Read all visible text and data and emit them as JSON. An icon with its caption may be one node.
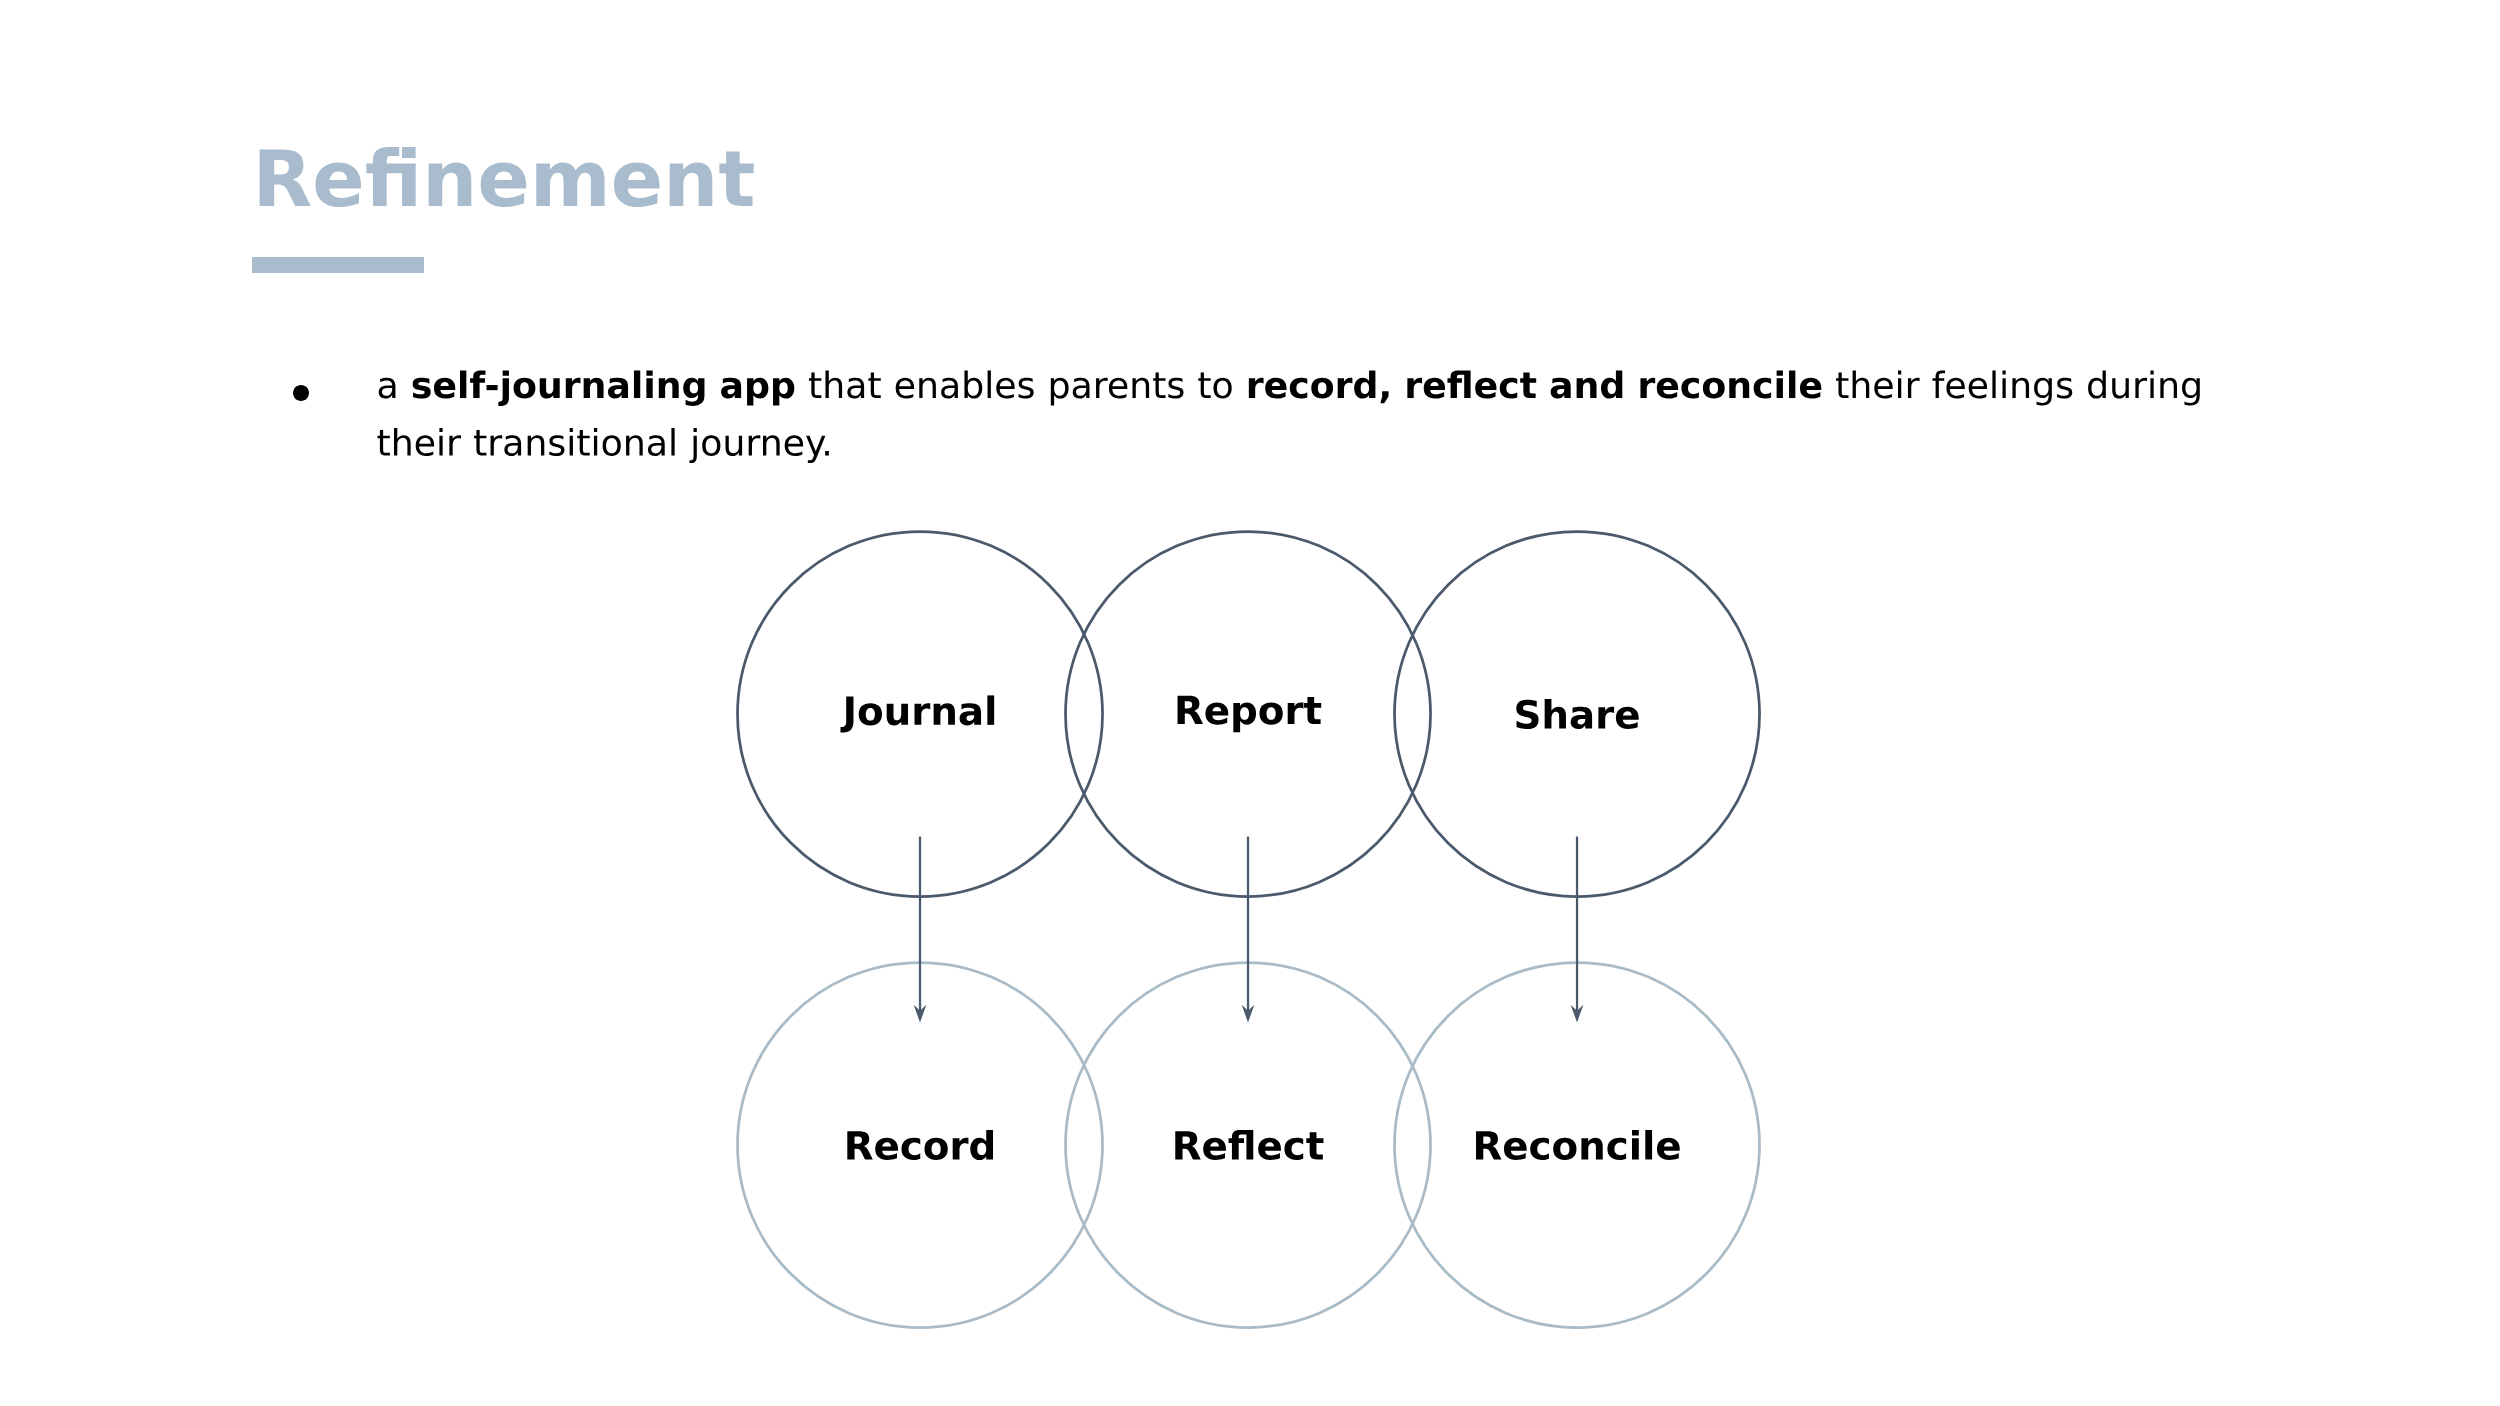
{
  "diagram": {
    "title": "Refinement",
    "nodes": [
      {
        "text": [
          "Journal"
        ]
      },
      {
        "text": [
          "Report"
        ]
      },
      {
        "text": [
          "Share"
        ]
      },
      {
        "text": [
          "Record"
        ]
      },
      {
        "text": [
          "Reflect"
        ]
      },
      {
        "text": [
          "Reconcile"
        ]
      }
    ],
    "edges": [
      {
        "from": 0,
        "to": 3,
        "arrow": "to"
      },
      {
        "from": 1,
        "to": 4,
        "arrow": "to"
      },
      {
        "from": 2,
        "to": 5,
        "arrow": "to"
      }
    ],
    "labels": [
      "a **self-journaling app** that enables parents to **record, reflect and reconcile** their feelings during their transitional journey."
    ]
  }
}
